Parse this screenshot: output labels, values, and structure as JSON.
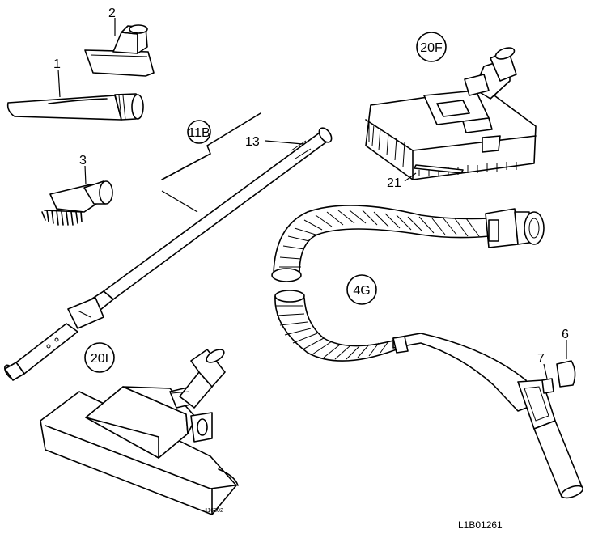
{
  "parts": {
    "crevice_tool": "1",
    "upholstery_nozzle": "2",
    "dusting_brush": "3",
    "hose": "4G",
    "hose_clip_large": "6",
    "hose_clip_small": "7",
    "tube_group": "11B",
    "tube_top": "13",
    "floor_nozzle_rear": "20F",
    "floor_nozzle_front": "20I",
    "brush_strip": "21"
  },
  "codes": {
    "nozzle_print": "116302",
    "drawing_ref": "L1B01261"
  }
}
